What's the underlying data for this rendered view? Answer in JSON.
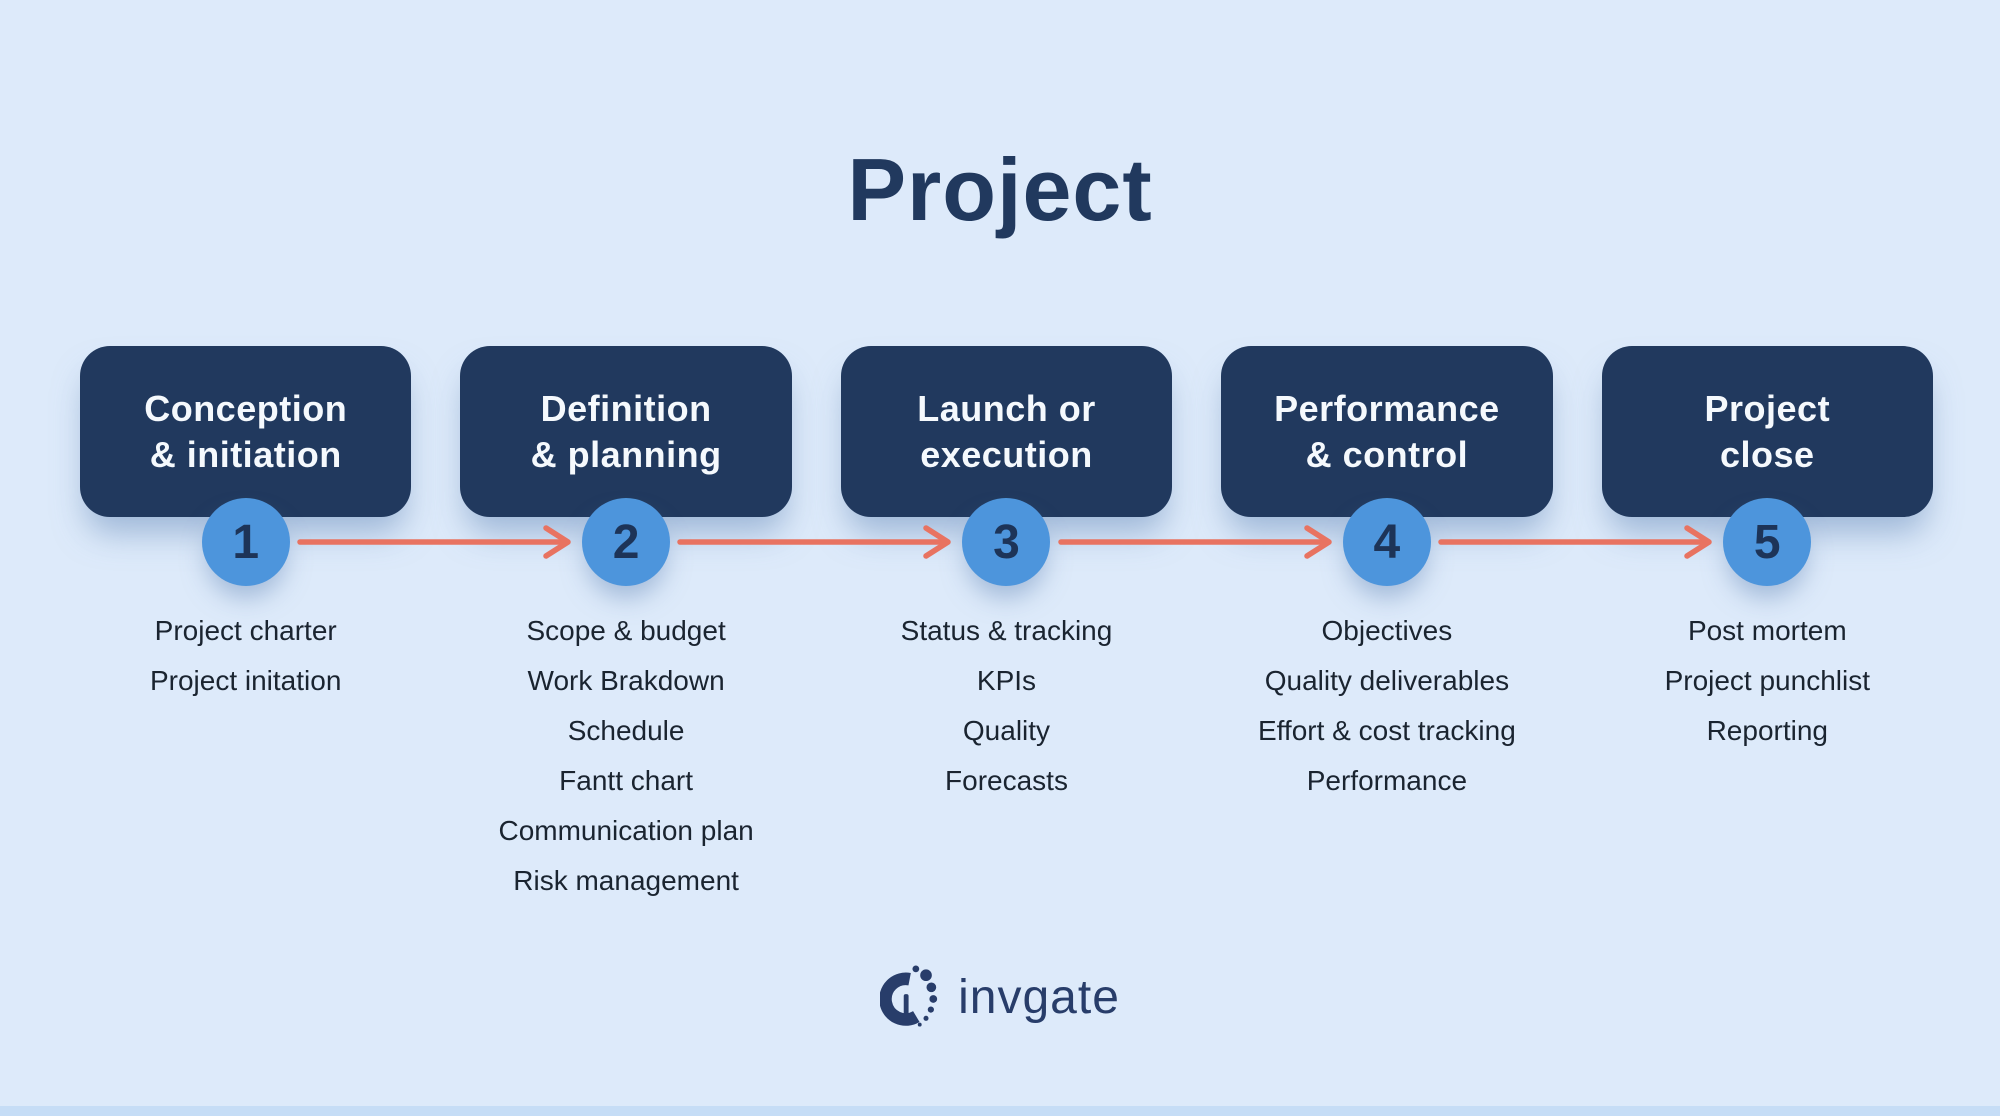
{
  "page": {
    "title": "Project"
  },
  "phases": [
    {
      "number": "1",
      "title_line1": "Conception",
      "title_line2": "& initiation",
      "items": [
        "Project charter",
        "Project initation"
      ]
    },
    {
      "number": "2",
      "title_line1": "Definition",
      "title_line2": "& planning",
      "items": [
        "Scope & budget",
        "Work Brakdown",
        "Schedule",
        "Fantt chart",
        "Communication plan",
        "Risk management"
      ]
    },
    {
      "number": "3",
      "title_line1": "Launch or",
      "title_line2": "execution",
      "items": [
        "Status & tracking",
        "KPIs",
        "Quality",
        "Forecasts"
      ]
    },
    {
      "number": "4",
      "title_line1": "Performance",
      "title_line2": "& control",
      "items": [
        "Objectives",
        "Quality deliverables",
        "Effort & cost tracking",
        "Performance"
      ]
    },
    {
      "number": "5",
      "title_line1": "Project",
      "title_line2": "close",
      "items": [
        "Post mortem",
        "Project punchlist",
        "Reporting"
      ]
    }
  ],
  "logo": {
    "text": "invgate"
  },
  "colors": {
    "background": "#DDEAFA",
    "box": "#21395E",
    "box_text": "#F5F9FD",
    "circle": "#4D95DC",
    "circle_number": "#1D3458",
    "arrow": "#E87361",
    "title": "#21395E",
    "list_text": "#1A2430",
    "logo": "#283D6A",
    "bottom_strip": "#C6DDF6"
  }
}
